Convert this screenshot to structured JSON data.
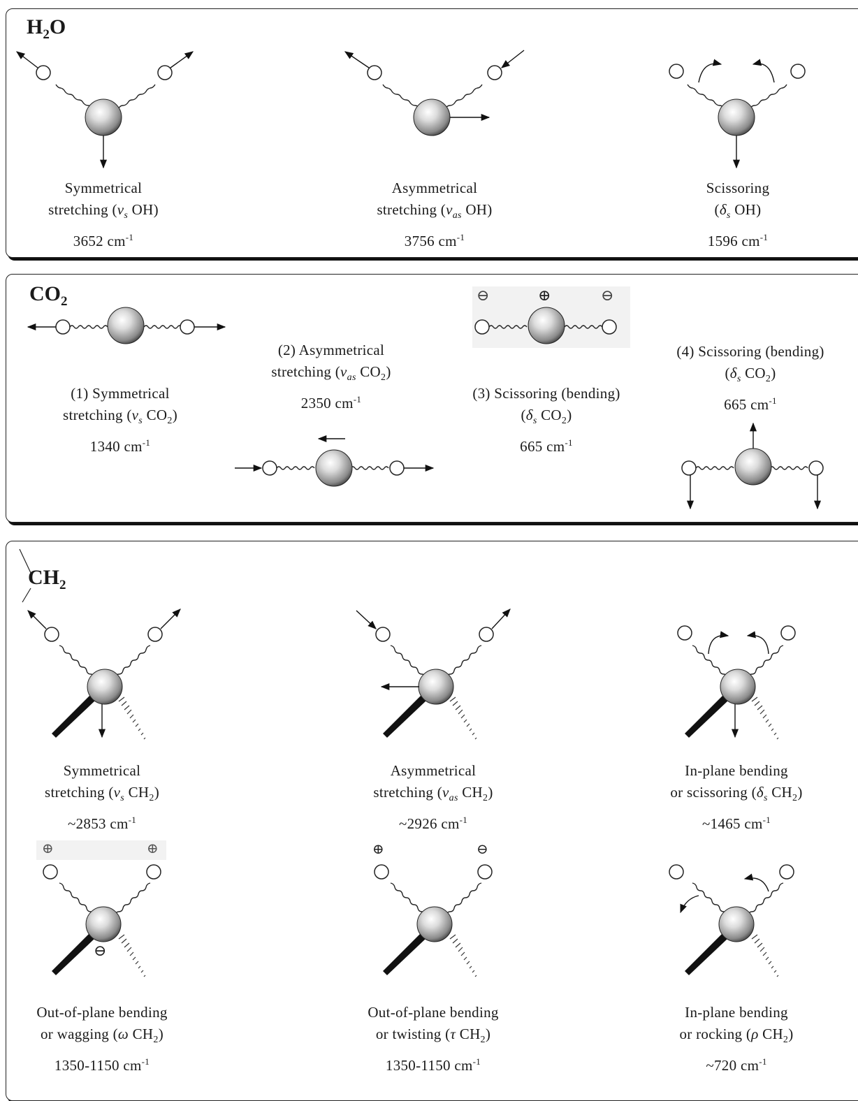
{
  "panels": {
    "h2o": {
      "title": "H",
      "title_sub": "2",
      "title_tail": "O"
    },
    "co2": {
      "title": "CO",
      "title_sub": "2",
      "title_tail": ""
    },
    "ch2": {
      "title": "CH",
      "title_sub": "2",
      "title_tail": ""
    }
  },
  "signs": {
    "plus": "⊕",
    "minus": "⊖"
  },
  "captions": {
    "h2o_sym": {
      "l1": "Symmetrical",
      "l2_pre": "stretching (",
      "l2_greek": "ν",
      "l2_sub": "s",
      "l2_post": " OH)",
      "l3": "3652 cm",
      "l3_sup": "-1"
    },
    "h2o_asym": {
      "l1": "Asymmetrical",
      "l2_pre": "stretching (",
      "l2_greek": "ν",
      "l2_sub": "as",
      "l2_post": " OH)",
      "l3": "3756 cm",
      "l3_sup": "-1"
    },
    "h2o_sci": {
      "l1": "Scissoring",
      "l2_pre": "(",
      "l2_greek": "δ",
      "l2_sub": "s",
      "l2_post": " OH)",
      "l3": "1596 cm",
      "l3_sup": "-1"
    },
    "co2_1": {
      "l1": "(1) Symmetrical",
      "l2_pre": "stretching (",
      "l2_greek": "ν",
      "l2_sub": "s",
      "l2_post": " CO",
      "l2_sub2": "2",
      "l2_end": ")",
      "l3": "1340 cm",
      "l3_sup": "-1"
    },
    "co2_2": {
      "l1": "(2) Asymmetrical",
      "l2_pre": "stretching (",
      "l2_greek": "ν",
      "l2_sub": "as",
      "l2_post": " CO",
      "l2_sub2": "2",
      "l2_end": ")",
      "l3": "2350 cm",
      "l3_sup": "-1"
    },
    "co2_3": {
      "l1": "(3) Scissoring (bending)",
      "l2_pre": "(",
      "l2_greek": "δ",
      "l2_sub": "s",
      "l2_post": " CO",
      "l2_sub2": "2",
      "l2_end": ")",
      "l3": "665 cm",
      "l3_sup": "-1"
    },
    "co2_4": {
      "l1": "(4) Scissoring (bending)",
      "l2_pre": "(",
      "l2_greek": "δ",
      "l2_sub": "s",
      "l2_post": " CO",
      "l2_sub2": "2",
      "l2_end": ")",
      "l3": "665 cm",
      "l3_sup": "-1"
    },
    "ch2_sym": {
      "l1": "Symmetrical",
      "l2_pre": "stretching (",
      "l2_greek": "ν",
      "l2_sub": "s",
      "l2_post": " CH",
      "l2_sub2": "2",
      "l2_end": ")",
      "l3": "~2853 cm",
      "l3_sup": "-1"
    },
    "ch2_asym": {
      "l1": "Asymmetrical",
      "l2_pre": "stretching (",
      "l2_greek": "ν",
      "l2_sub": "as",
      "l2_post": " CH",
      "l2_sub2": "2",
      "l2_end": ")",
      "l3": "~2926 cm",
      "l3_sup": "-1"
    },
    "ch2_sci": {
      "l1": "In-plane bending",
      "l2_pre": "or scissoring (",
      "l2_greek": "δ",
      "l2_sub": "s",
      "l2_post": " CH",
      "l2_sub2": "2",
      "l2_end": ")",
      "l3": "~1465 cm",
      "l3_sup": "-1"
    },
    "ch2_wag": {
      "l1": "Out-of-plane bending",
      "l2_pre": "or wagging (",
      "l2_greek": "ω",
      "l2_sub": "",
      "l2_post": " CH",
      "l2_sub2": "2",
      "l2_end": ")",
      "l3": "1350-1150 cm",
      "l3_sup": "-1"
    },
    "ch2_twist": {
      "l1": "Out-of-plane bending",
      "l2_pre": "or twisting (",
      "l2_greek": "τ",
      "l2_sub": "",
      "l2_post": " CH",
      "l2_sub2": "2",
      "l2_end": ")",
      "l3": "1350-1150 cm",
      "l3_sup": "-1"
    },
    "ch2_rock": {
      "l1": "In-plane bending",
      "l2_pre": "or rocking (",
      "l2_greek": "ρ",
      "l2_sub": "",
      "l2_post": " CH",
      "l2_sub2": "2",
      "l2_end": ")",
      "l3": "~720 cm",
      "l3_sup": "-1"
    }
  }
}
